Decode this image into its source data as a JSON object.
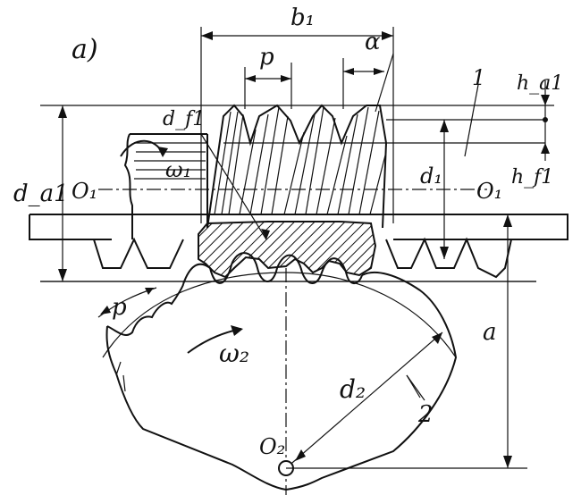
{
  "figure": {
    "panel_label": "a)",
    "labels": {
      "b1": "b₁",
      "p_top": "p",
      "alpha": "α",
      "one": "1",
      "ha1": "h_a1",
      "hf1": "h_f1",
      "da1": "d_a1",
      "df1": "d_f1",
      "omega1": "ω₁",
      "O1_left": "O₁",
      "O1_right": "O₁",
      "d1": "d₁",
      "p_left": "p",
      "omega2": "ω₂",
      "d2": "d₂",
      "two": "2",
      "a": "a",
      "O2": "O₂"
    }
  },
  "colors": {
    "ink": "#111111",
    "paper": "#ffffff"
  }
}
